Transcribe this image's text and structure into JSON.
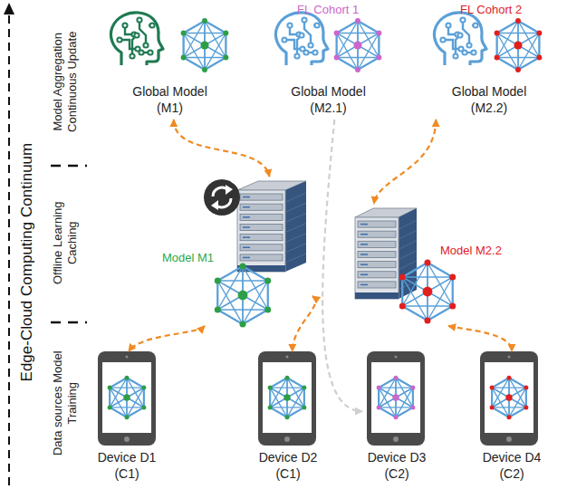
{
  "diagram": {
    "nodes": [
      {
        "text": [
          "Global Model (M1)"
        ]
      },
      {
        "text": [
          "Global Model (M2.1)"
        ]
      },
      {
        "text": [
          "Global Model (M2.2)"
        ]
      },
      {
        "text": [
          "Model M1"
        ]
      },
      {
        "text": [
          "Model M2.2"
        ]
      },
      {
        "text": [
          "Device D1 (C1)"
        ]
      },
      {
        "text": [
          "Device D2 (C1)"
        ]
      },
      {
        "text": [
          "Device D3 (C2)"
        ]
      },
      {
        "text": [
          "Device D4 (C2)"
        ]
      }
    ],
    "edges": [
      {
        "from": 0,
        "to": 3,
        "arrow": "both"
      },
      {
        "from": 3,
        "to": 5,
        "arrow": "both"
      },
      {
        "from": 3,
        "to": 6,
        "arrow": "both"
      },
      {
        "from": 2,
        "to": 4,
        "arrow": "both"
      },
      {
        "from": 4,
        "to": 8,
        "arrow": "both"
      },
      {
        "from": 1,
        "to": 7,
        "arrow": "to"
      }
    ],
    "labels": [
      "Edge-Cloud Computing Continuum",
      "Model Aggregation Continuous Update",
      "Offline Learning Caching",
      "Data sources Model Training",
      "FL Cohort 1",
      "FL Cohort 2"
    ]
  }
}
